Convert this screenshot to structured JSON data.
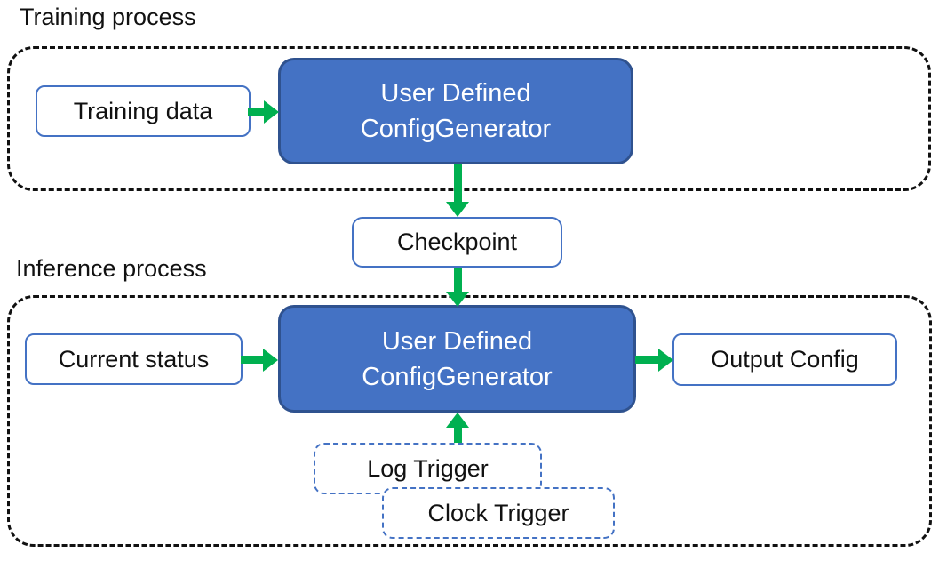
{
  "colors": {
    "background": "#ffffff",
    "node_fill": "#4472c4",
    "node_stroke": "#2f528f",
    "outline_blue": "#4472c4",
    "arrow_green": "#00b050",
    "container_dash": "#111111",
    "text_dark": "#111111",
    "text_light": "#ffffff"
  },
  "training_section": {
    "label": "Training process",
    "training_data": "Training data",
    "generator": {
      "line1": "User Defined",
      "line2": "ConfigGenerator"
    }
  },
  "checkpoint_label": "Checkpoint",
  "inference_section": {
    "label": "Inference process",
    "current_status": "Current status",
    "generator": {
      "line1": "User Defined",
      "line2": "ConfigGenerator"
    },
    "output_config": "Output Config",
    "log_trigger": "Log Trigger",
    "clock_trigger": "Clock Trigger"
  },
  "edges": [
    {
      "from": "Training data",
      "to": "User Defined ConfigGenerator (training)",
      "direction": "right"
    },
    {
      "from": "User Defined ConfigGenerator (training)",
      "to": "Checkpoint",
      "direction": "down"
    },
    {
      "from": "Checkpoint",
      "to": "User Defined ConfigGenerator (inference)",
      "direction": "down"
    },
    {
      "from": "Current status",
      "to": "User Defined ConfigGenerator (inference)",
      "direction": "right"
    },
    {
      "from": "User Defined ConfigGenerator (inference)",
      "to": "Output Config",
      "direction": "right"
    },
    {
      "from": "Log Trigger / Clock Trigger",
      "to": "User Defined ConfigGenerator (inference)",
      "direction": "up"
    }
  ]
}
